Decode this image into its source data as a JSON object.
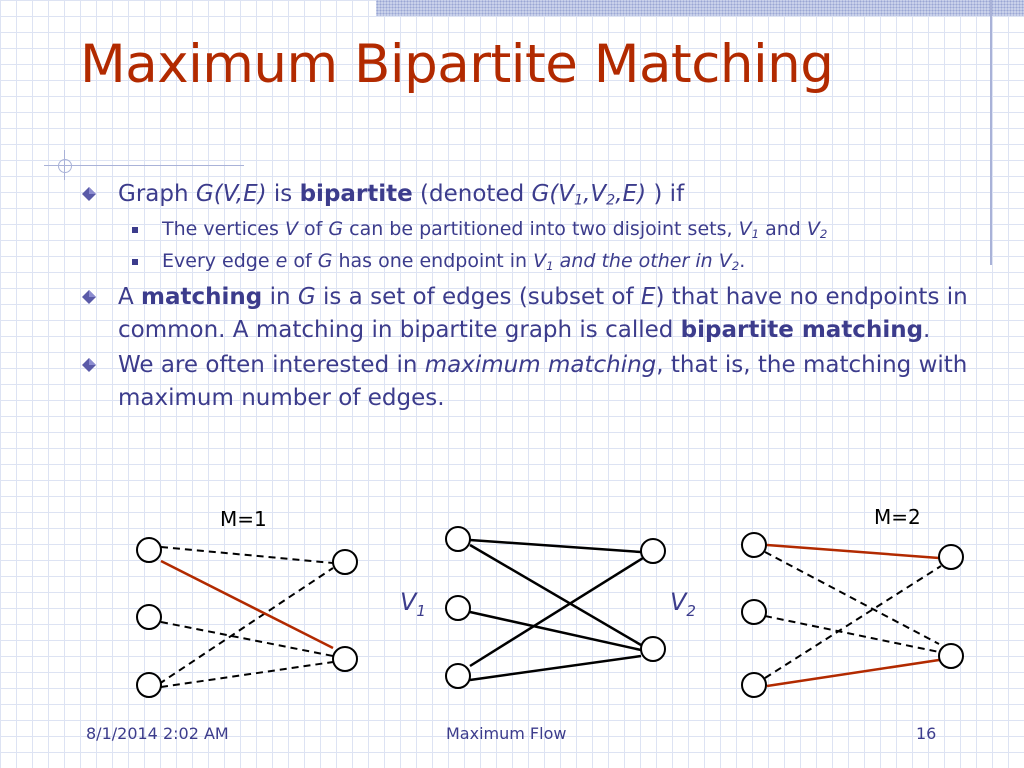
{
  "title": "Maximum Bipartite Matching",
  "bullets": {
    "b1": {
      "t1": "Graph ",
      "t2": "G(V,E)",
      "t3": " is ",
      "t4": "bipartite",
      "t5": " (denoted ",
      "t6": "G(V",
      "t7": "1",
      "t8": ",V",
      "t9": "2",
      "t10": ",E)",
      "t11": " )  if"
    },
    "b1_sub1": {
      "t1": "The vertices ",
      "t2": "V",
      "t3": " of ",
      "t4": "G",
      "t5": " can be partitioned into two disjoint sets, ",
      "t6": "V",
      "t7": "1",
      "t8": " and ",
      "t9": "V",
      "t10": "2"
    },
    "b1_sub2": {
      "t1": "Every edge ",
      "t2": "e",
      "t3": " of ",
      "t4": "G",
      "t5": " has one endpoint in ",
      "t6": "V",
      "t7": "1",
      "t8": " and the other in V",
      "t9": "2",
      "t10": "."
    },
    "b2": {
      "t1": "A ",
      "t2": "matching",
      "t3": " in ",
      "t4": "G",
      "t5": " is a set of edges (subset of ",
      "t6": "E",
      "t7": ") that have no endpoints in common. A matching in bipartite graph is called ",
      "t8": "bipartite matching",
      "t9": "."
    },
    "b3": {
      "t1": "We are often interested in ",
      "t2": "maximum matching",
      "t3": ", that is, the matching with maximum number of edges."
    }
  },
  "figure": {
    "left_label": "M=1",
    "right_label": "M=2",
    "v1_label": "V",
    "v1_sub": "1",
    "v2_label": "V",
    "v2_sub": "2"
  },
  "colors": {
    "title": "#b22a00",
    "text": "#3c3c8c",
    "matching_edge": "#b22a00"
  },
  "footer": {
    "date": "8/1/2014 2:02 AM",
    "center": "Maximum Flow",
    "page": "16"
  }
}
